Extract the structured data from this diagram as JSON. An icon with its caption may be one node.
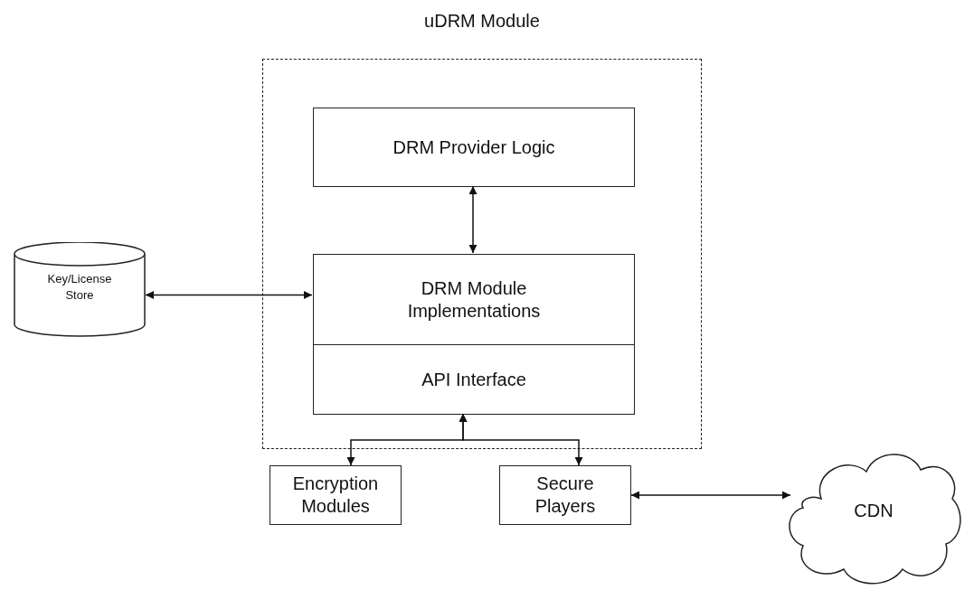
{
  "diagram": {
    "nodes": [
      {
        "text": [
          "uDRM Module"
        ]
      },
      {
        "text": [
          "DRM Provider Logic"
        ],
        "in": 0
      },
      {
        "text": [
          "DRM Module Implementations"
        ],
        "in": 0
      },
      {
        "text": [
          "API Interface"
        ],
        "in": 0
      },
      {
        "text": [
          "Key/License Store"
        ]
      },
      {
        "text": [
          "Encryption Modules"
        ]
      },
      {
        "text": [
          "Secure Players"
        ]
      },
      {
        "text": [
          "CDN"
        ]
      }
    ],
    "edges": [
      {
        "from": 1,
        "to": 2,
        "arrow": "both"
      },
      {
        "from": 4,
        "to": 2,
        "arrow": "both"
      },
      {
        "from": 3,
        "to": 5,
        "arrow": "both"
      },
      {
        "from": 3,
        "to": 6,
        "arrow": "both"
      },
      {
        "from": 6,
        "to": 7,
        "arrow": "both"
      }
    ]
  }
}
